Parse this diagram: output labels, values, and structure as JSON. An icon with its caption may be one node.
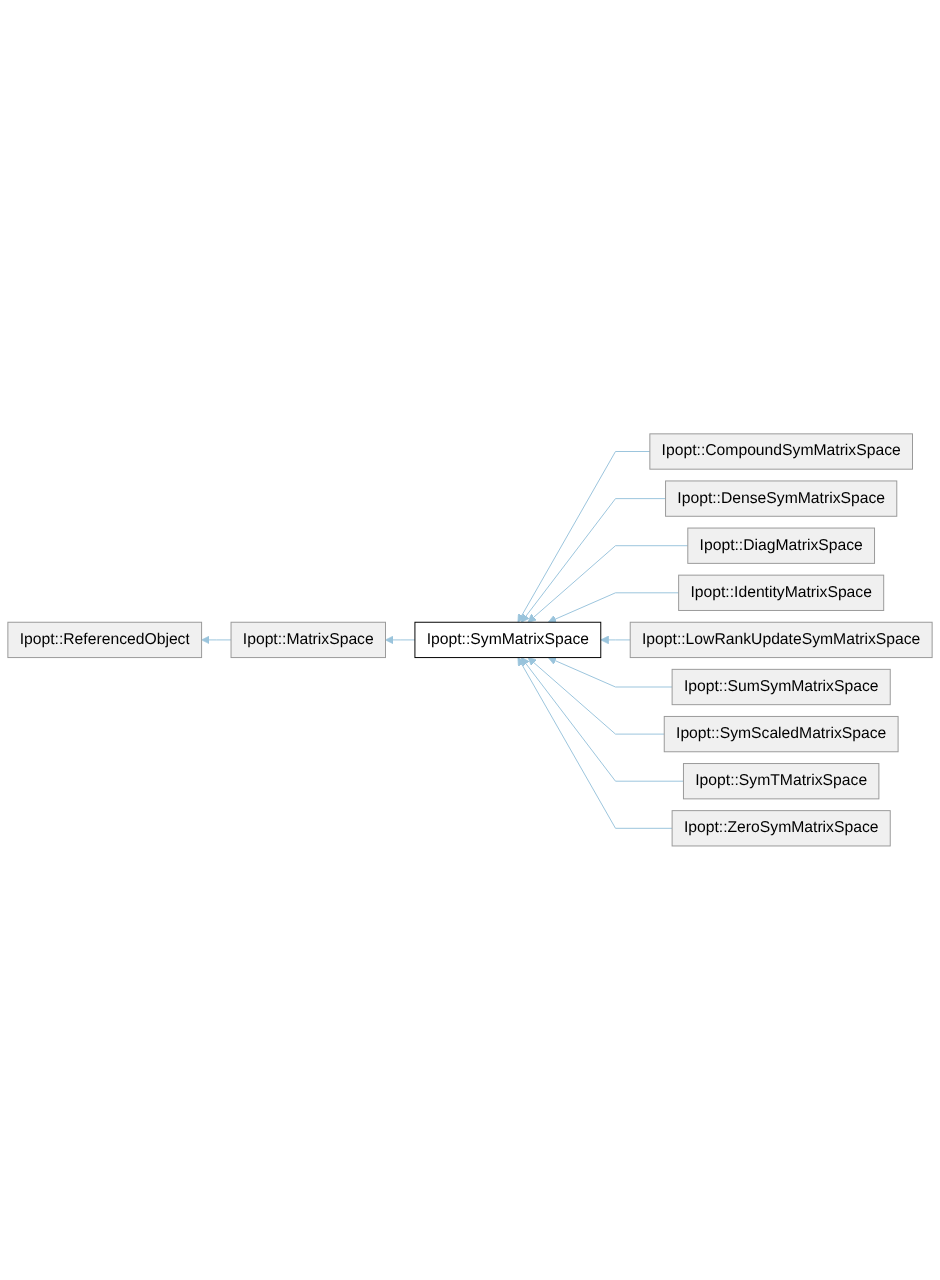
{
  "diagram": {
    "nodes": [
      {
        "text": [
          "Ipopt::ReferencedObject"
        ]
      },
      {
        "text": [
          "Ipopt::MatrixSpace"
        ]
      },
      {
        "text": [
          "Ipopt::SymMatrixSpace"
        ]
      },
      {
        "text": [
          "Ipopt::CompoundSymMatrixSpace"
        ]
      },
      {
        "text": [
          "Ipopt::DenseSymMatrixSpace"
        ]
      },
      {
        "text": [
          "Ipopt::DiagMatrixSpace"
        ]
      },
      {
        "text": [
          "Ipopt::IdentityMatrixSpace"
        ]
      },
      {
        "text": [
          "Ipopt::LowRankUpdateSymMatrixSpace"
        ]
      },
      {
        "text": [
          "Ipopt::SumSymMatrixSpace"
        ]
      },
      {
        "text": [
          "Ipopt::SymScaledMatrixSpace"
        ]
      },
      {
        "text": [
          "Ipopt::SymTMatrixSpace"
        ]
      },
      {
        "text": [
          "Ipopt::ZeroSymMatrixSpace"
        ]
      }
    ],
    "edges": [
      {
        "from": 1,
        "to": 0,
        "arrow": "to"
      },
      {
        "from": 2,
        "to": 1,
        "arrow": "to"
      },
      {
        "from": 3,
        "to": 2,
        "arrow": "to"
      },
      {
        "from": 4,
        "to": 2,
        "arrow": "to"
      },
      {
        "from": 5,
        "to": 2,
        "arrow": "to"
      },
      {
        "from": 6,
        "to": 2,
        "arrow": "to"
      },
      {
        "from": 7,
        "to": 2,
        "arrow": "to"
      },
      {
        "from": 8,
        "to": 2,
        "arrow": "to"
      },
      {
        "from": 9,
        "to": 2,
        "arrow": "to"
      },
      {
        "from": 10,
        "to": 2,
        "arrow": "to"
      },
      {
        "from": 11,
        "to": 2,
        "arrow": "to"
      }
    ]
  }
}
